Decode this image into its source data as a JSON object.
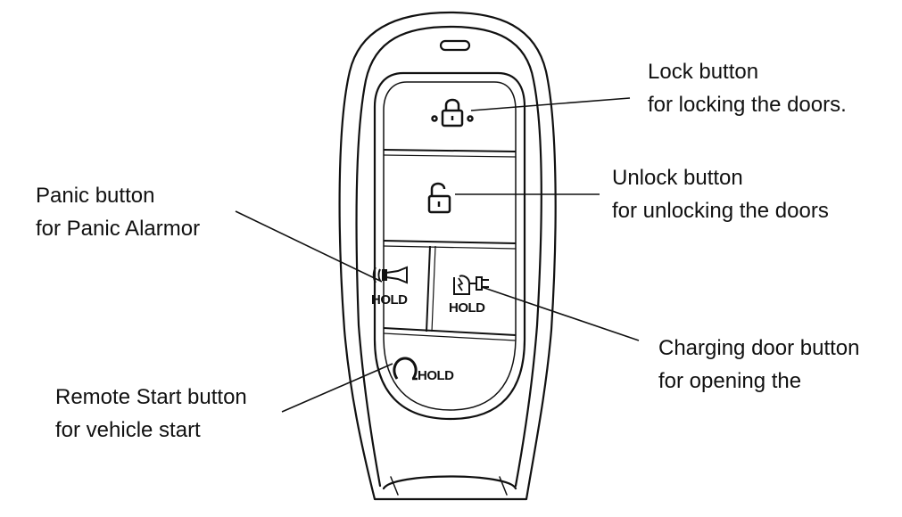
{
  "callouts": {
    "lock": {
      "line1": "Lock button",
      "line2": "for locking the doors."
    },
    "unlock": {
      "line1": "Unlock button",
      "line2": "for unlocking the doors"
    },
    "panic": {
      "line1": "Panic button",
      "line2": "for Panic Alarmor"
    },
    "charging": {
      "line1": "Charging door button",
      "line2": "for opening the"
    },
    "remote_start": {
      "line1": "Remote Start button",
      "line2": "for vehicle start"
    }
  },
  "fob": {
    "panic_hold": "HOLD",
    "charging_hold": "HOLD",
    "remote_start_hold": "HOLD"
  },
  "icons": {
    "lock": "lock-closed-icon",
    "unlock": "lock-open-icon",
    "panic": "horn-icon",
    "charging": "charging-plug-icon",
    "remote_start": "power-arc-icon"
  }
}
